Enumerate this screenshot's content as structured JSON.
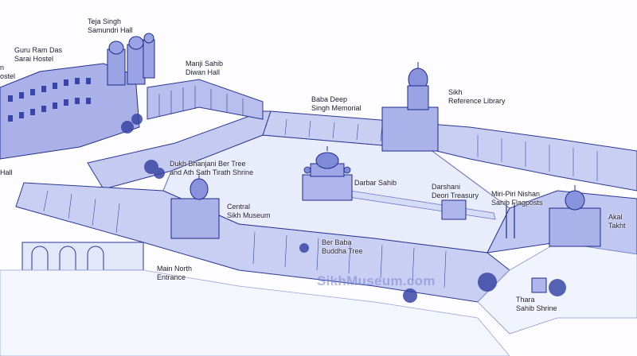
{
  "labels": {
    "teja_singh": "Teja Singh\nSamundri Hall",
    "guru_ram_das": "Guru Ram Das\nSarai Hostel",
    "hostel_cut": "n\nostel",
    "manji_sahib": "Manji Sahib\nDiwan Hall",
    "baba_deep_singh": "Baba Deep\nSingh Memorial",
    "sikh_library": "Sikh\nReference Library",
    "hall_cut": "Hall",
    "dukh_bhanjani": "Dukh Bhanjani Ber Tree\nand Ath Sath Tirath Shrine",
    "darbar_sahib": "Darbar Sahib",
    "darshani_deori": "Darshani\nDeori Treasury",
    "miri_piri": "Miri-Piri Nishan\nSahib Flagposts",
    "akal_takht": "Akal\nTakht",
    "central_museum": "Central\nSikh Museum",
    "ber_baba_buddha": "Ber Baba\nBuddha Tree",
    "main_north": "Main North\nEntrance",
    "thara_sahib": "Thara\nSahib Shrine"
  },
  "watermark": "SikhMuseum.com",
  "colors": {
    "ink": "#1e2a8a",
    "mid": "#5d68c4",
    "light": "#b9c0ee",
    "pool": "#e7ebfb",
    "label": "#1b1b2e"
  }
}
